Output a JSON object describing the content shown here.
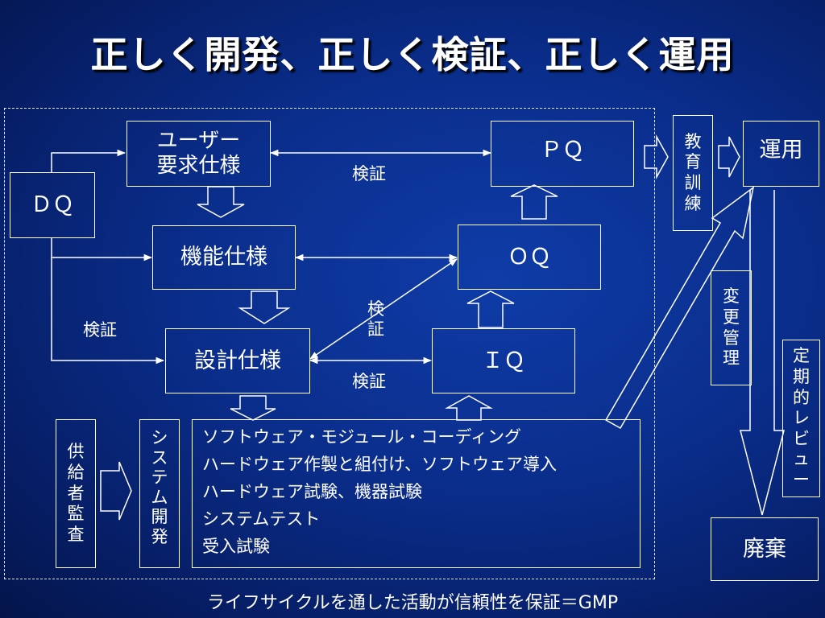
{
  "title": "正しく開発、正しく検証、正しく運用",
  "boxes": {
    "dq": "ＤＱ",
    "user_req_line1": "ユーザー",
    "user_req_line2": "要求仕様",
    "functional_spec": "機能仕様",
    "design_spec": "設計仕様",
    "pq": "ＰＱ",
    "oq": "ＯＱ",
    "iq": "ＩＱ",
    "operation": "運用",
    "disposal": "廃棄"
  },
  "vertical_boxes": {
    "training": [
      "教",
      "育",
      "訓",
      "練"
    ],
    "change_control": [
      "変",
      "更",
      "管",
      "理"
    ],
    "periodic_review": [
      "定",
      "期",
      "的",
      "レ",
      "ビ",
      "ュ",
      "ー"
    ],
    "supplier_audit": [
      "供",
      "給",
      "者",
      "監",
      "査"
    ],
    "system_dev": [
      "シ",
      "ス",
      "テ",
      "ム",
      "開",
      "発"
    ]
  },
  "labels": {
    "verify_top": "検証",
    "verify_left": "検証",
    "verify_diag": [
      "検",
      "証"
    ],
    "verify_iq": "検証"
  },
  "tasks": [
    "ソフトウェア・モジュール・コーディング",
    "ハードウェア作製と組付け、ソフトウェア導入",
    "ハードウェア試験、機器試験",
    "システムテスト",
    "受入試験"
  ],
  "footer": "ライフサイクルを通した活動が信頼性を保証＝GMP"
}
